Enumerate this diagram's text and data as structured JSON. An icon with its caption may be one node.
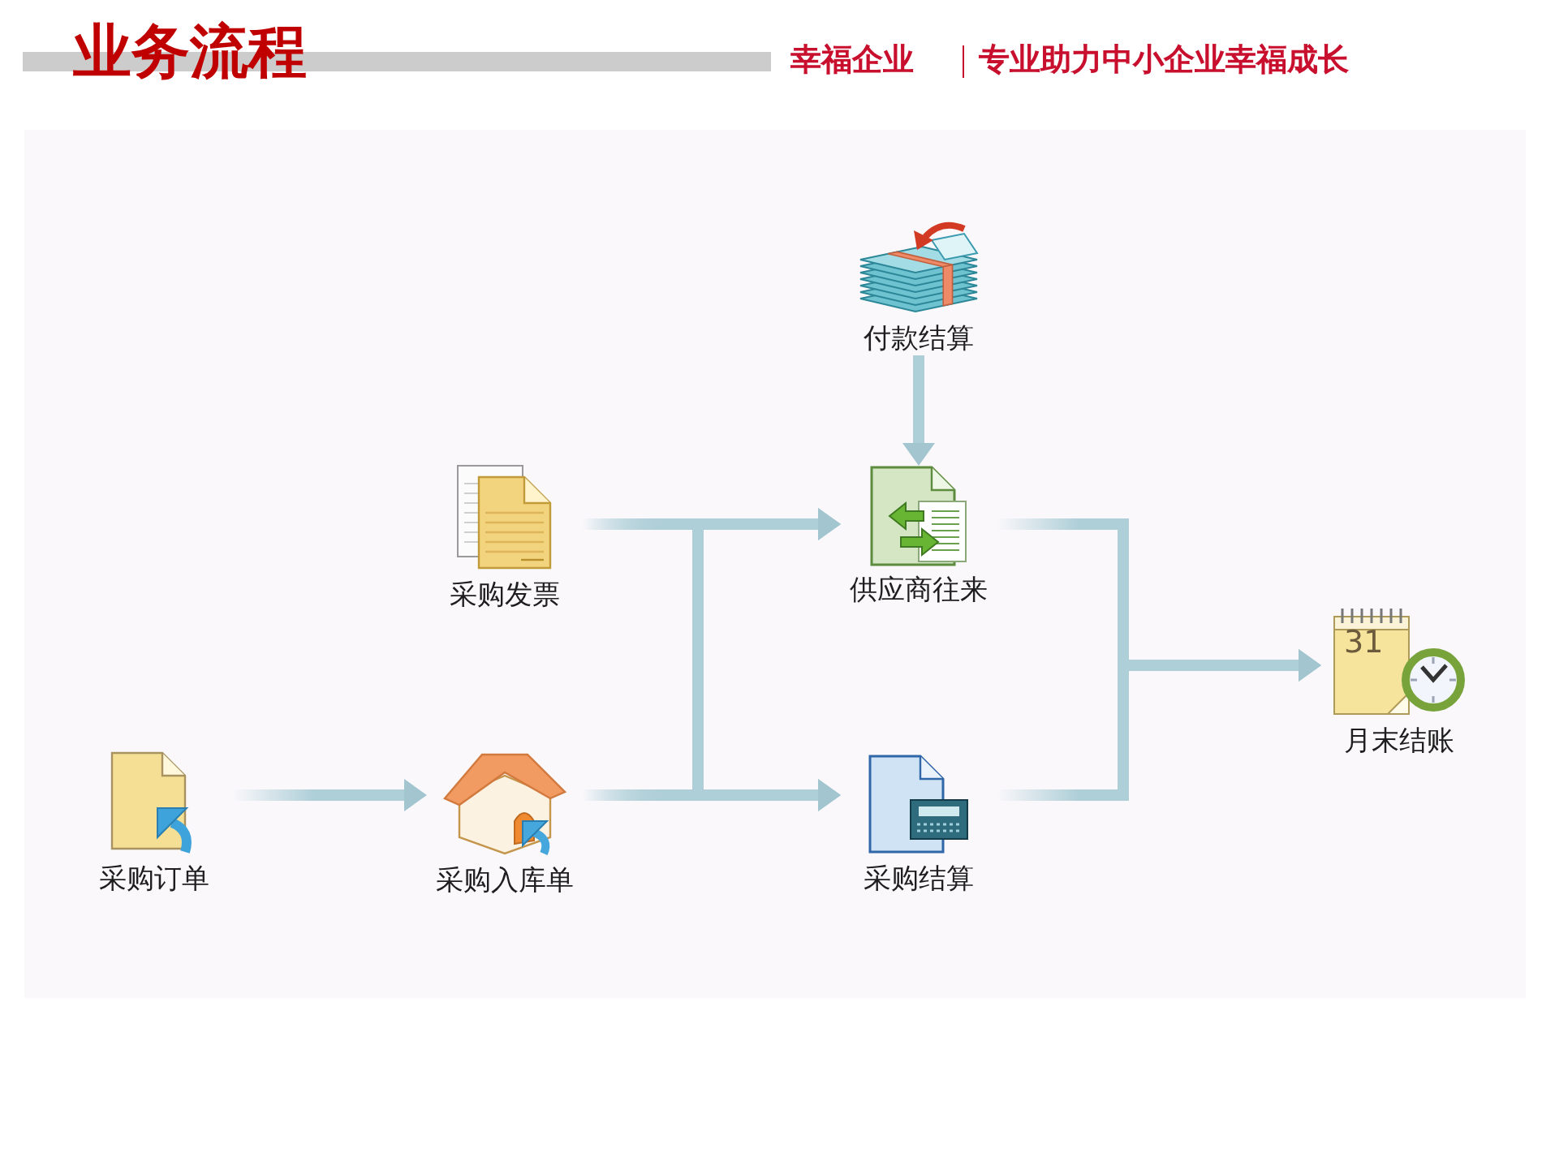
{
  "diagram": {
    "title": "业务流程",
    "nodes": [
      {
        "text": [
          "付款结算"
        ]
      },
      {
        "text": [
          "采购发票"
        ]
      },
      {
        "text": [
          "供应商往来"
        ]
      },
      {
        "text": [
          "月末结账"
        ]
      },
      {
        "text": [
          "采购订单"
        ]
      },
      {
        "text": [
          "采购入库单"
        ]
      },
      {
        "text": [
          "采购结算"
        ]
      }
    ],
    "edges": [
      {
        "from": 4,
        "to": 5,
        "arrow": "to"
      },
      {
        "from": 5,
        "to": 2,
        "arrow": "to"
      },
      {
        "from": 5,
        "to": 6,
        "arrow": "to"
      },
      {
        "from": 1,
        "to": 2,
        "arrow": "to"
      },
      {
        "from": 1,
        "to": 6,
        "arrow": "to"
      },
      {
        "from": 0,
        "to": 2,
        "arrow": "to"
      },
      {
        "from": 2,
        "to": 3,
        "arrow": "to"
      },
      {
        "from": 6,
        "to": 3,
        "arrow": "to"
      }
    ],
    "labels": [
      "幸福企业",
      "专业助力中小企业幸福成长",
      "31"
    ]
  }
}
